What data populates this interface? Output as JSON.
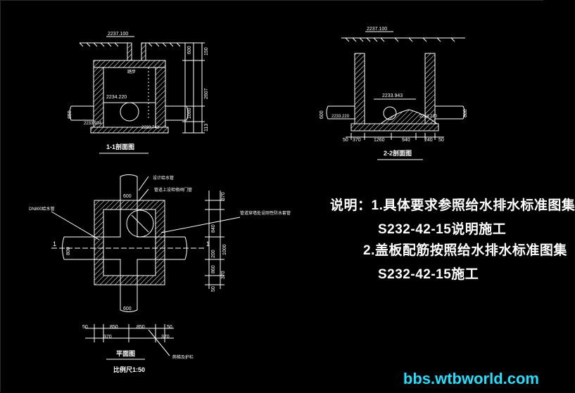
{
  "drawing": {
    "section1": {
      "title": "1-1剖面图",
      "ground_elev": "2237.100",
      "pipe_elev": "2234.220",
      "inlet_elev": "2233.934",
      "outlet_elev": "2233.743",
      "ladder_label": "踏步",
      "dims": [
        "600",
        "150",
        "2607",
        "1000",
        "113",
        "850"
      ]
    },
    "section2": {
      "title": "2-2剖面图",
      "ground_elev": "2237.100",
      "pipe_elev": "2233.943",
      "inlet_elev": "2233.220",
      "outlet_elev": "2234.220",
      "dims": [
        "600",
        "800"
      ],
      "bottom_dims": [
        "50",
        "370",
        "1260",
        "940",
        "240",
        "50"
      ]
    },
    "plan": {
      "title": "平面图",
      "scale": "比例尺1:50",
      "section_mark": "1",
      "labels": [
        "设计给水管",
        "管道上设检修阀门管",
        "管道穿墙处设刚性防水套管",
        "DN800给水管",
        "爬梯及护栏"
      ],
      "pipe_dims": [
        "600",
        "600",
        "800"
      ],
      "right_dims": [
        "370",
        "840",
        "200",
        "860",
        "370",
        "50",
        "1000"
      ],
      "bottom_dims": [
        "50",
        "850",
        "850",
        "50",
        "370",
        "370"
      ]
    }
  },
  "notes": [
    "说明：1.具体要求参照给水排水标准图集",
    "S232-42-15说明施工",
    "2.盖板配筋按照给水排水标准图集",
    "S232-42-15施工"
  ],
  "watermark": "bbs.wtbworld.com"
}
